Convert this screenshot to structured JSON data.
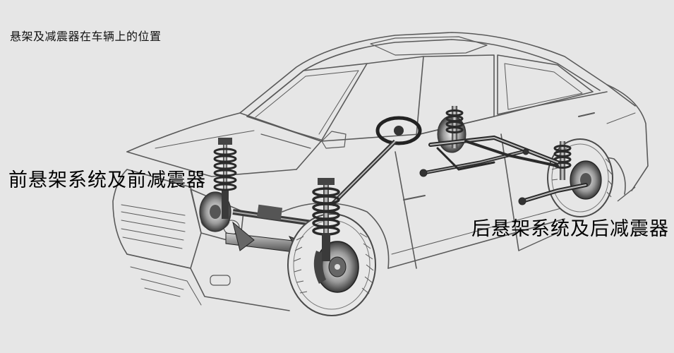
{
  "title": "悬架及减震器在车辆上的位置",
  "labels": {
    "front": "前悬架系统及前减震器",
    "rear": "后悬架系统及后减震器"
  },
  "colors": {
    "background": "#e6e6e6",
    "outline": "#555555",
    "text": "#000000"
  }
}
